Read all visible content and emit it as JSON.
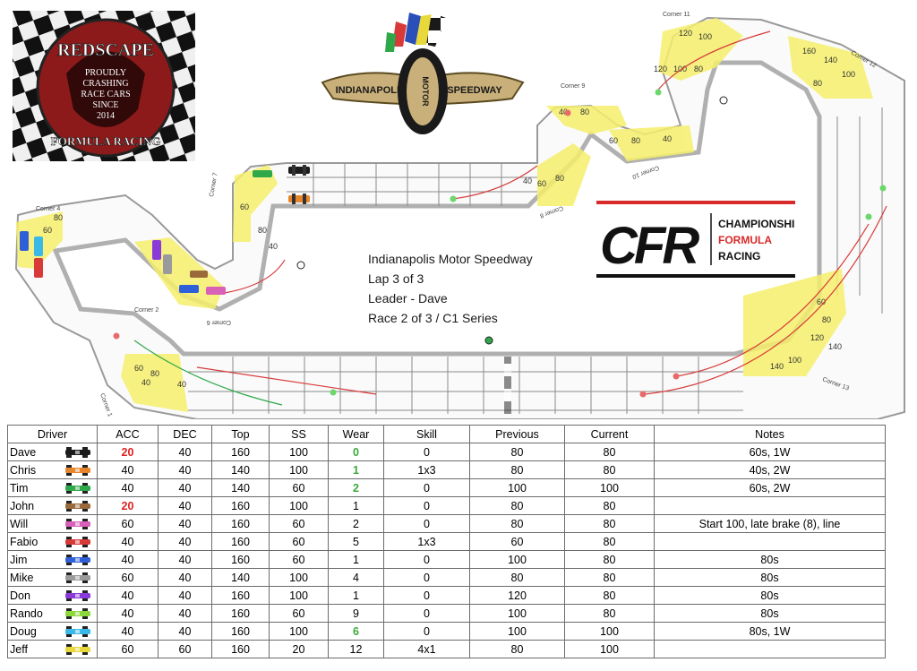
{
  "redscape_logo": {
    "top_text": "REDSCAPE",
    "lines": [
      "PROUDLY",
      "CRASHING",
      "RACE CARS",
      "SINCE",
      "2014"
    ],
    "bottom_text": "FORMULA RACING"
  },
  "ims_logo": {
    "left": "INDIANAPOLIS",
    "center": "MOTOR",
    "right": "SPEEDWAY"
  },
  "cfr_logo": {
    "mark": "CFR",
    "line1": "CHAMPIONSHIP",
    "line2": "FORMULA",
    "line3": "RACING"
  },
  "race_info": {
    "track": "Indianapolis Motor Speedway",
    "lap": "Lap 3 of 3",
    "leader": "Leader -  Dave",
    "race": "Race 2 of 3 / C1 Series"
  },
  "corners": [
    "Corner 1",
    "Corner 2",
    "Corner 4",
    "Corner 6",
    "Corner 7",
    "Corner 8",
    "Corner 9",
    "Corner 10",
    "Corner 11",
    "Corner 12",
    "Corner 13"
  ],
  "speed_markers": [
    "60",
    "80",
    "40",
    "60",
    "80",
    "40",
    "60",
    "80",
    "40",
    "60",
    "80",
    "40",
    "60",
    "80",
    "100",
    "120",
    "120",
    "100",
    "80",
    "60",
    "40",
    "80",
    "100",
    "120",
    "140",
    "160",
    "140",
    "120",
    "100",
    "80",
    "60"
  ],
  "table": {
    "headers": [
      "Driver",
      "ACC",
      "DEC",
      "Top",
      "SS",
      "Wear",
      "Skill",
      "Previous",
      "Current",
      "Notes"
    ],
    "rows": [
      {
        "driver": "Dave",
        "color": "#1c1c1c",
        "acc": "20",
        "acc_red": true,
        "dec": "40",
        "top": "160",
        "ss": "100",
        "wear": "0",
        "wear_green": true,
        "skill": "0",
        "previous": "80",
        "current": "80",
        "notes": "60s, 1W"
      },
      {
        "driver": "Chris",
        "color": "#e8842a",
        "acc": "40",
        "acc_red": false,
        "dec": "40",
        "top": "140",
        "ss": "100",
        "wear": "1",
        "wear_green": true,
        "skill": "1x3",
        "previous": "80",
        "current": "80",
        "notes": "40s, 2W"
      },
      {
        "driver": "Tim",
        "color": "#2fa84a",
        "acc": "40",
        "acc_red": false,
        "dec": "40",
        "top": "140",
        "ss": "60",
        "wear": "2",
        "wear_green": true,
        "skill": "0",
        "previous": "100",
        "current": "100",
        "notes": "60s, 2W"
      },
      {
        "driver": "John",
        "color": "#9a6a3a",
        "acc": "20",
        "acc_red": true,
        "dec": "40",
        "top": "160",
        "ss": "100",
        "wear": "1",
        "wear_green": false,
        "skill": "0",
        "previous": "80",
        "current": "80",
        "notes": ""
      },
      {
        "driver": "Will",
        "color": "#d860b8",
        "acc": "60",
        "acc_red": false,
        "dec": "40",
        "top": "160",
        "ss": "60",
        "wear": "2",
        "wear_green": false,
        "skill": "0",
        "previous": "80",
        "current": "80",
        "notes": "Start 100, late brake (8), line"
      },
      {
        "driver": "Fabio",
        "color": "#d83a3a",
        "acc": "40",
        "acc_red": false,
        "dec": "40",
        "top": "160",
        "ss": "60",
        "wear": "5",
        "wear_green": false,
        "skill": "1x3",
        "previous": "60",
        "current": "80",
        "notes": ""
      },
      {
        "driver": "Jim",
        "color": "#2f5fd8",
        "acc": "40",
        "acc_red": false,
        "dec": "40",
        "top": "160",
        "ss": "60",
        "wear": "1",
        "wear_green": false,
        "skill": "0",
        "previous": "100",
        "current": "80",
        "notes": "80s"
      },
      {
        "driver": "Mike",
        "color": "#9a9a9a",
        "acc": "60",
        "acc_red": false,
        "dec": "40",
        "top": "140",
        "ss": "100",
        "wear": "4",
        "wear_green": false,
        "skill": "0",
        "previous": "80",
        "current": "80",
        "notes": "80s"
      },
      {
        "driver": "Don",
        "color": "#8a3ad8",
        "acc": "40",
        "acc_red": false,
        "dec": "40",
        "top": "160",
        "ss": "100",
        "wear": "1",
        "wear_green": false,
        "skill": "0",
        "previous": "120",
        "current": "80",
        "notes": "80s"
      },
      {
        "driver": "Rando",
        "color": "#8ad83a",
        "acc": "40",
        "acc_red": false,
        "dec": "40",
        "top": "160",
        "ss": "60",
        "wear": "9",
        "wear_green": false,
        "skill": "0",
        "previous": "100",
        "current": "80",
        "notes": "80s"
      },
      {
        "driver": "Doug",
        "color": "#3ab8e8",
        "acc": "40",
        "acc_red": false,
        "dec": "40",
        "top": "160",
        "ss": "100",
        "wear": "6",
        "wear_green": true,
        "skill": "0",
        "previous": "100",
        "current": "100",
        "notes": "80s, 1W"
      },
      {
        "driver": "Jeff",
        "color": "#e8d83a",
        "acc": "60",
        "acc_red": false,
        "dec": "60",
        "top": "160",
        "ss": "20",
        "wear": "12",
        "wear_green": false,
        "skill": "4x1",
        "previous": "80",
        "current": "100",
        "notes": ""
      }
    ]
  }
}
